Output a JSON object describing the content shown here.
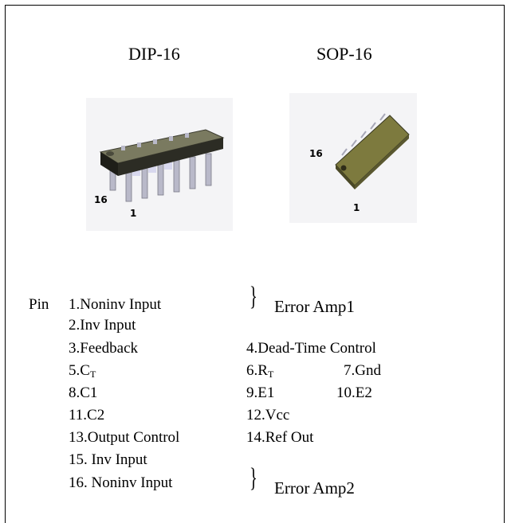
{
  "packages": {
    "dip": {
      "title": "DIP-16",
      "pin_high": "16",
      "pin_low": "1"
    },
    "sop": {
      "title": "SOP-16",
      "pin_high": "16",
      "pin_low": "1"
    }
  },
  "pinout": {
    "prefix": "Pin",
    "pins": {
      "p1": "1.Noninv Input",
      "p2": "2.Inv Input",
      "p3": "3.Feedback",
      "p4": "4.Dead-Time Control",
      "p5_prefix": "5.C",
      "p5_sub": "T",
      "p6_prefix": "6.R",
      "p6_sub": "T",
      "p7": "7.Gnd",
      "p8": "8.C1",
      "p9": "9.E1",
      "p10": "10.E2",
      "p11": "11.C2",
      "p12": "12.Vcc",
      "p13": "13.Output Control",
      "p14": "14.Ref Out",
      "p15": "15. Inv Input",
      "p16": "16. Noninv Input"
    },
    "groups": {
      "amp1": "Error Amp1",
      "amp2": "Error Amp2"
    },
    "brace": "}"
  },
  "colors": {
    "dip_body": "#3a3a2e",
    "dip_top": "#7a7a5e",
    "sop_body": "#7d7a3e",
    "pin_silver": "#b8b8c8"
  }
}
